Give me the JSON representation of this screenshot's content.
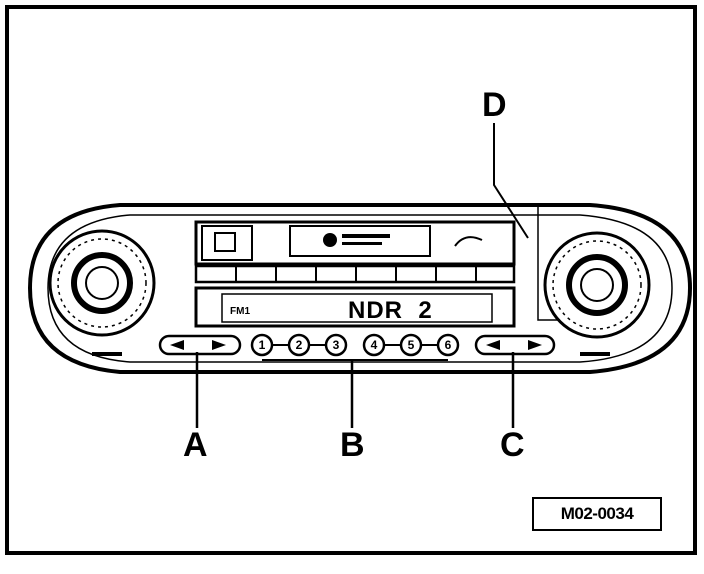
{
  "callouts": {
    "a": "A",
    "b": "B",
    "c": "C",
    "d": "D"
  },
  "display": {
    "station": "NDR",
    "preset_number": "2",
    "band": "FM1"
  },
  "preset_buttons": [
    "1",
    "2",
    "3",
    "4",
    "5",
    "6"
  ],
  "figure_code": "M02-0034"
}
